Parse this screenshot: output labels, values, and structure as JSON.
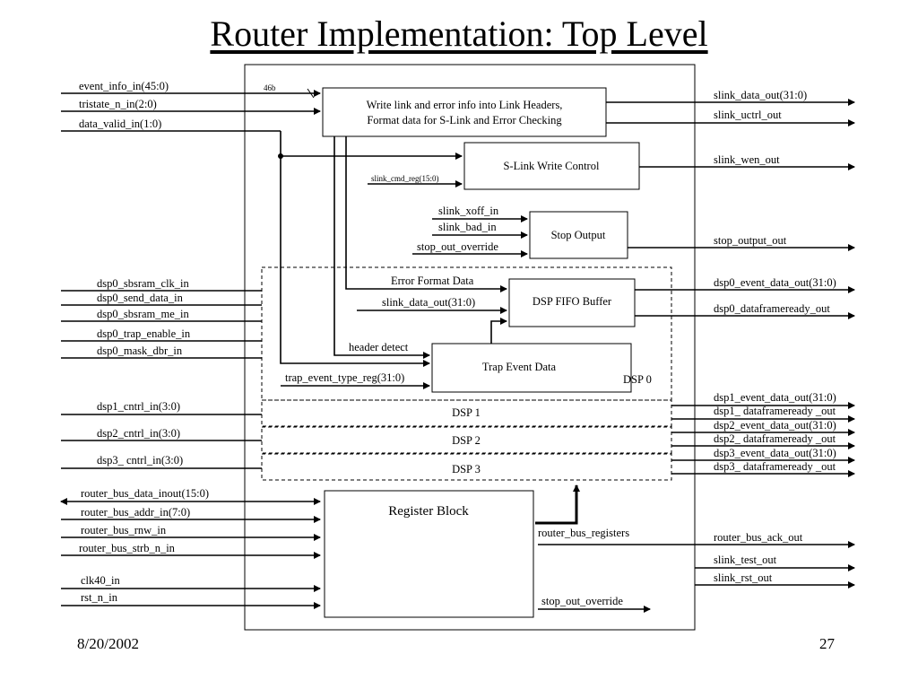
{
  "title": "Router Implementation: Top Level",
  "footer": {
    "date": "8/20/2002",
    "page": "27"
  },
  "blocks": {
    "write_link_line1": "Write link and error info into Link Headers,",
    "write_link_line2": "Format data for S-Link and Error Checking",
    "slink_write_control": "S-Link Write Control",
    "stop_output": "Stop Output",
    "dsp_fifo_buffer": "DSP FIFO Buffer",
    "trap_event_data": "Trap Event Data",
    "dsp0": "DSP 0",
    "dsp1": "DSP 1",
    "dsp2": "DSP 2",
    "dsp3": "DSP 3",
    "register_block": "Register Block"
  },
  "left_inputs": {
    "event_info_in": "event_info_in(45:0)",
    "tristate_n_in": "tristate_n_in(2:0)",
    "data_valid_in": "data_valid_in(1:0)",
    "dsp0_sbsram_clk_in": "dsp0_sbsram_clk_in",
    "dsp0_send_data_in": "dsp0_send_data_in",
    "dsp0_sbsram_me_in": "dsp0_sbsram_me_in",
    "dsp0_trap_enable_in": "dsp0_trap_enable_in",
    "dsp0_mask_dbr_in": "dsp0_mask_dbr_in",
    "dsp1_cntrl_in": "dsp1_cntrl_in(3:0)",
    "dsp2_cntrl_in": "dsp2_cntrl_in(3:0)",
    "dsp3_cntrl_in": "dsp3_ cntrl_in(3:0)",
    "router_bus_data_inout": "router_bus_data_inout(15:0)",
    "router_bus_addr_in": "router_bus_addr_in(7:0)",
    "router_bus_rnw_in": "router_bus_rnw_in",
    "router_bus_strb_n_in": "router_bus_strb_n_in",
    "clk40_in": "clk40_in",
    "rst_n_in": "rst_n_in"
  },
  "right_outputs": {
    "slink_data_out": "slink_data_out(31:0)",
    "slink_uctrl_out": "slink_uctrl_out",
    "slink_wen_out": "slink_wen_out",
    "stop_output_out": "stop_output_out",
    "dsp0_event_data_out": "dsp0_event_data_out(31:0)",
    "dsp0_dataframeready_out": "dsp0_dataframeready_out",
    "dsp1_event_data_out": "dsp1_event_data_out(31:0)",
    "dsp1_dataframeready_out": "dsp1_ dataframeready _out",
    "dsp2_event_data_out": "dsp2_event_data_out(31:0)",
    "dsp2_dataframeready_out": "dsp2_ dataframeready _out",
    "dsp3_event_data_out": "dsp3_event_data_out(31:0)",
    "dsp3_dataframeready_out": "dsp3_ dataframeready _out",
    "router_bus_ack_out": "router_bus_ack_out",
    "slink_test_out": "slink_test_out",
    "slink_rst_out": "slink_rst_out"
  },
  "internal": {
    "bus_width_46b": "46b",
    "slink_cmd_reg": "slink_cmd_reg(15:0)",
    "slink_xoff_in": "slink_xoff_in",
    "slink_bad_in": "slink_bad_in",
    "stop_out_override_in": "stop_out_override",
    "error_format_data": "Error Format Data",
    "slink_data_out_internal": "slink_data_out(31:0)",
    "header_detect": "header detect",
    "trap_event_type_reg": "trap_event_type_reg(31:0)",
    "router_bus_registers": "router_bus_registers",
    "stop_out_override_out": "stop_out_override"
  }
}
